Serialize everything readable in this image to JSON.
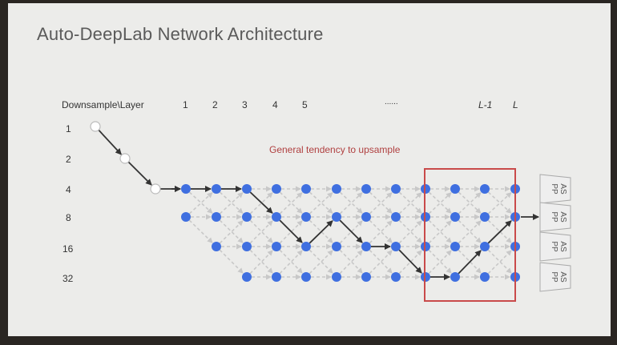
{
  "slide": {
    "title": "Auto-DeepLab Network Architecture",
    "header_label": "Downsample\\Layer",
    "layer_labels": [
      "1",
      "2",
      "3",
      "4",
      "5",
      "......",
      "L-1",
      "L"
    ],
    "downsample_labels": [
      "1",
      "2",
      "4",
      "8",
      "16",
      "32"
    ],
    "annotation": "General tendency to upsample",
    "aspp_label": [
      "AS",
      "PP"
    ],
    "colors": {
      "node": "#3f6fe0",
      "stem_node": "#ffffff",
      "selected_path": "#333333",
      "candidate_path": "#c8c8c8",
      "highlight_box": "#c94a4a",
      "annotation": "#b04040"
    }
  }
}
